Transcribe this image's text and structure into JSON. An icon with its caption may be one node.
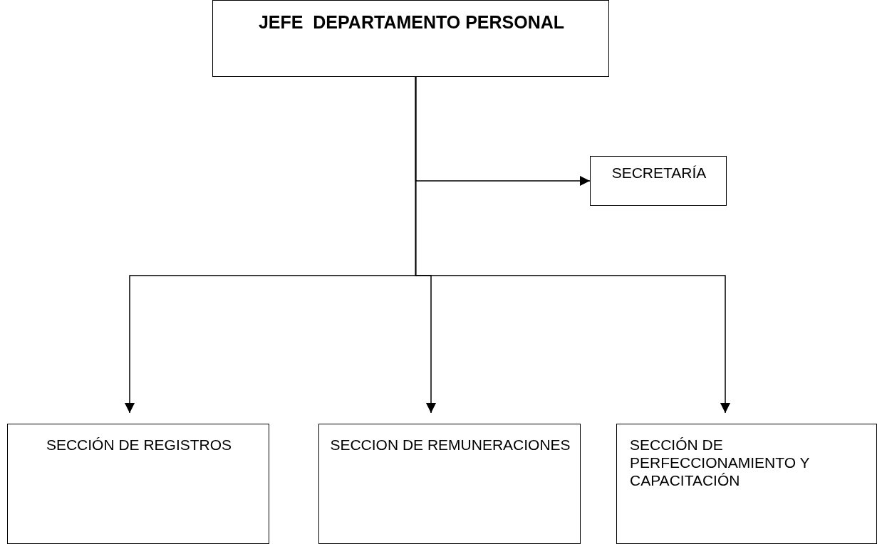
{
  "diagram": {
    "nodes": [
      {
        "text": [
          "JEFE  DEPARTAMENTO PERSONAL"
        ]
      },
      {
        "text": [
          "SECRETARÍA"
        ]
      },
      {
        "text": [
          "SECCIÓN DE REGISTROS"
        ]
      },
      {
        "text": [
          "SECCION DE REMUNERACIONES"
        ]
      },
      {
        "text": [
          "SECCIÓN DE PERFECCIONAMIENTO Y CAPACITACIÓN"
        ]
      }
    ],
    "edges": [
      {
        "from": 0,
        "to": 1,
        "arrow": "to"
      },
      {
        "from": 0,
        "to": 2,
        "arrow": "to"
      },
      {
        "from": 0,
        "to": 3,
        "arrow": "to"
      },
      {
        "from": 0,
        "to": 4,
        "arrow": "to"
      }
    ]
  }
}
